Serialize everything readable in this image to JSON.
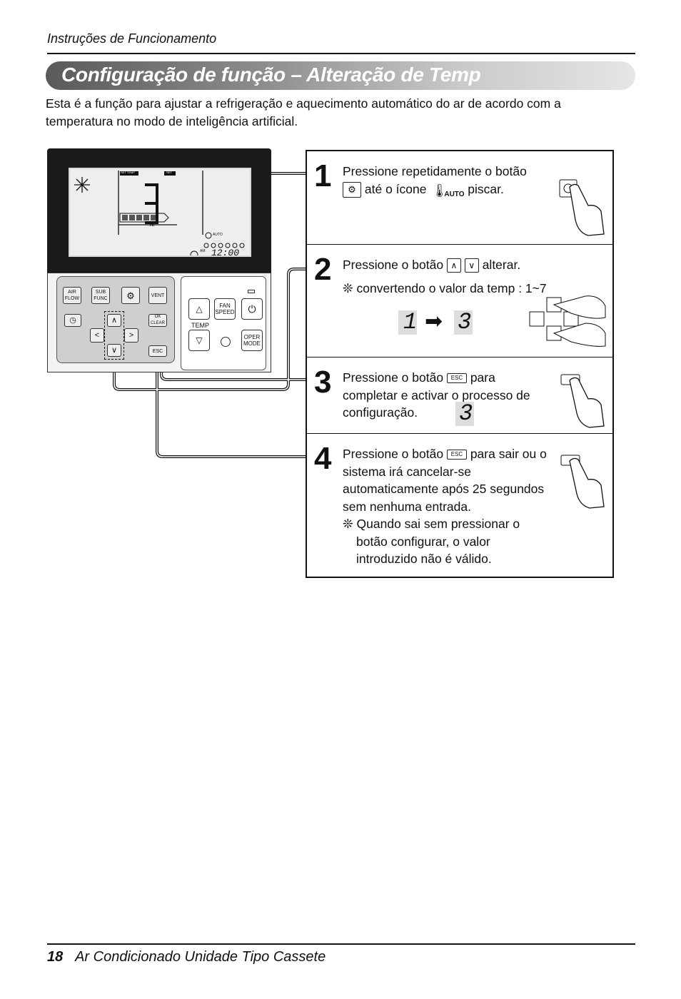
{
  "header": {
    "label": "Instruções de Funcionamento"
  },
  "title": "Configuração de função – Alteração de Temp",
  "intro": "Esta é a função para ajustar a refrigeração e aquecimento automático do ar de acordo com a temperatura no modo de inteligência artificial.",
  "remote": {
    "lcd": {
      "set_temp": "SET TEMP",
      "set": "SET",
      "digit": "3",
      "fan": "HI",
      "auto": "AUTO",
      "clock": "12:00",
      "ampm": "AM"
    },
    "buttons": {
      "air_flow": "AIR FLOW",
      "sub_func": "SUB FUNC",
      "vent": "VENT",
      "ok_clear": "OK CLEAR",
      "esc": "ESC",
      "fan_speed": "FAN SPEED",
      "temp": "TEMP",
      "oper_mode": "OPER MODE"
    }
  },
  "steps": [
    {
      "number": "1",
      "line1": "Pressione repetidamente o botão",
      "mid": "até o ícone",
      "end": "piscar.",
      "auto_label": "AUTO"
    },
    {
      "number": "2",
      "start": "Pressione o botão",
      "end": "alterar.",
      "note": "❊ convertendo o valor da temp : 1~7",
      "from_digit": "1",
      "to_digit": "3"
    },
    {
      "number": "3",
      "start": "Pressione o botão",
      "end": "para",
      "rest": "completar e activar o processo de configuração.",
      "digit": "3"
    },
    {
      "number": "4",
      "start": "Pressione o botão",
      "end": "para sair ou",
      "rest": "o sistema irá cancelar-se automaticamente após 25 segundos sem nenhuma entrada.",
      "note": "❊ Quando sai sem pressionar o",
      "note_rest": "botão configurar, o valor introduzido não é válido."
    }
  ],
  "footer": {
    "page": "18",
    "text": "Ar Condicionado Unidade Tipo Cassete"
  }
}
